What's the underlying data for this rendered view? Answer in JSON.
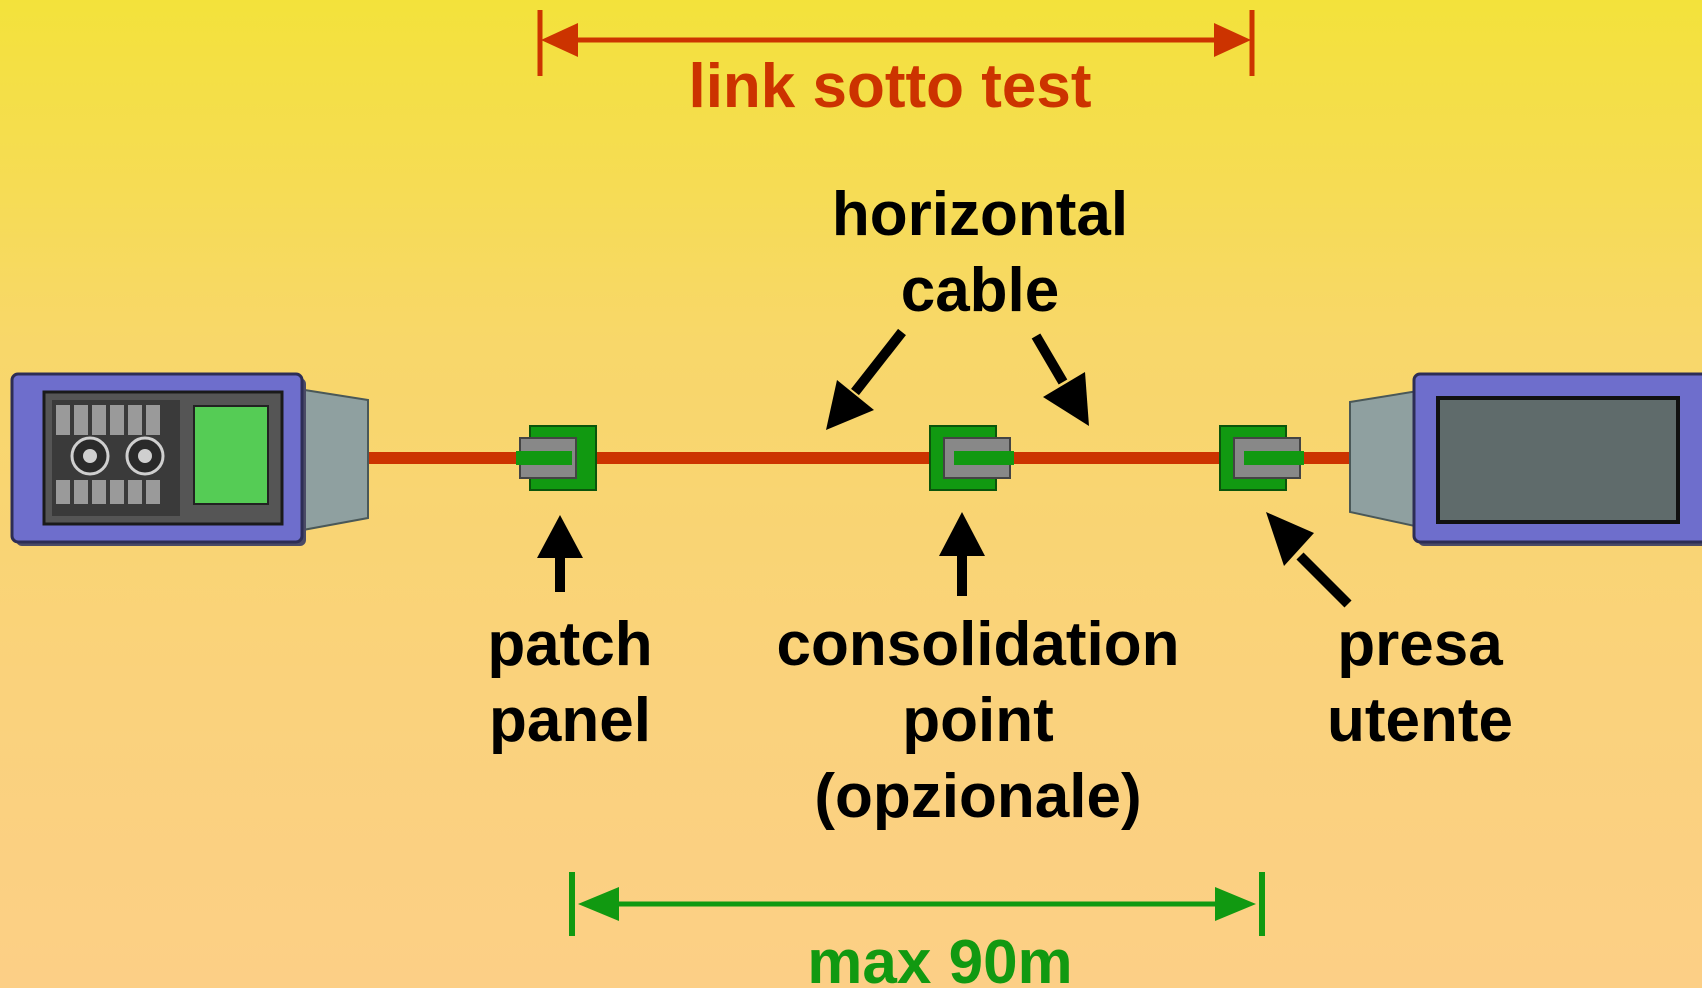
{
  "labels": {
    "link_under_test": "link sotto test",
    "horizontal_cable": [
      "horizontal",
      "cable"
    ],
    "patch_panel": [
      "patch",
      "panel"
    ],
    "consolidation_point": [
      "consolidation",
      "point",
      "(opzionale)"
    ],
    "user_outlet": [
      "presa",
      "utente"
    ],
    "max_length": "max 90m"
  },
  "colors": {
    "background_top": "#f3e23b",
    "background_bottom": "#fccf86",
    "cable": "#cc3300",
    "link_dimension": "#cc3300",
    "length_dimension": "#119911",
    "connector_body": "#119911",
    "connector_plug": "#888888",
    "device_frame": "#6e6ecc",
    "main_unit_screen": "#55cc55",
    "remote_unit_screen": "#5f6b6b"
  },
  "icons": {
    "main_tester": "cable-tester-main-unit",
    "remote_tester": "cable-tester-remote-unit",
    "connector": "rj45-connector"
  }
}
